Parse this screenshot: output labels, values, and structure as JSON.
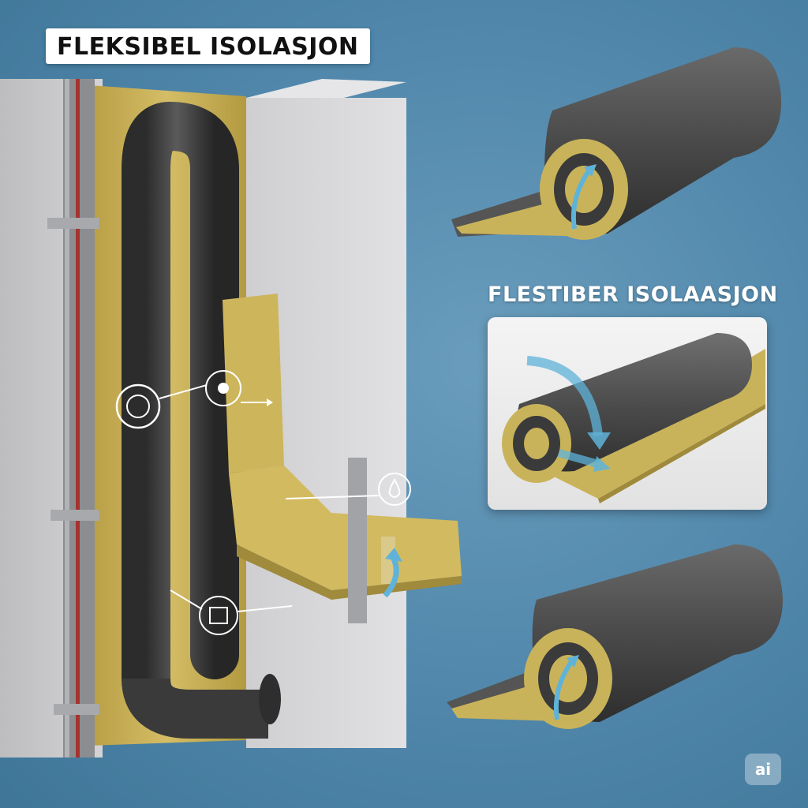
{
  "header": {
    "title": "FLEKSIBEL ISOLASJON"
  },
  "section": {
    "subtitle": "FLESTIBER ISOLAASJON"
  },
  "watermark": {
    "label": "ai"
  },
  "icons": [
    "ring-icon",
    "gear-icon",
    "water-drop-icon",
    "fitting-icon",
    "airflow-arrow-icon"
  ],
  "colors": {
    "background": "#4d84a8",
    "insulation": "#c9b35a",
    "jacket": "#4a4a4a",
    "wall": "#c7c7c9",
    "arrow": "#5fb3d9"
  }
}
